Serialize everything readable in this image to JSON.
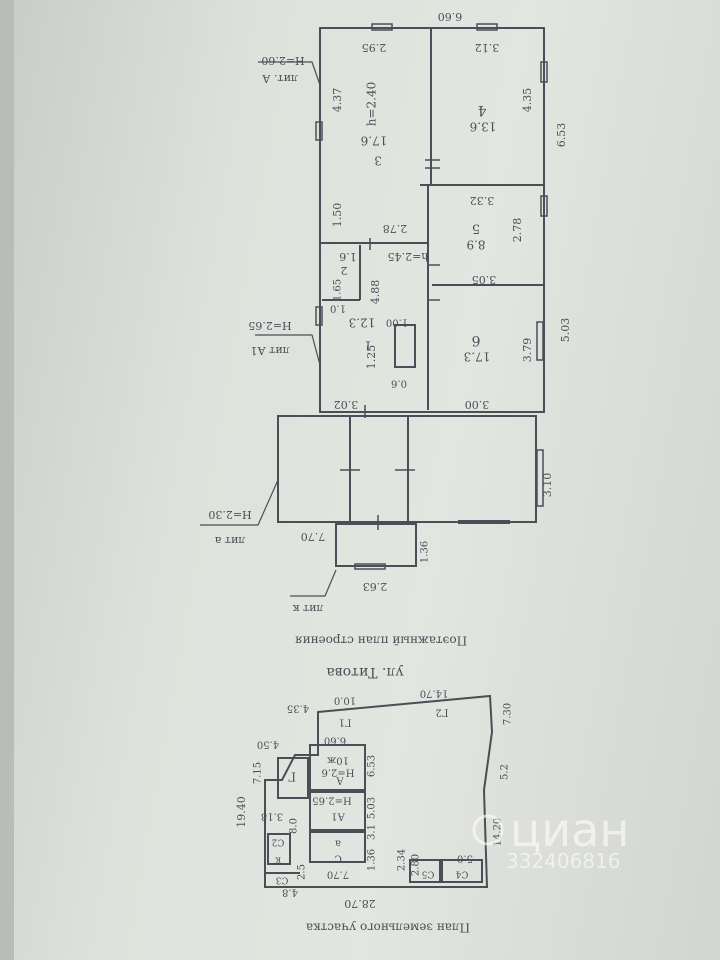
{
  "floor_plan": {
    "dims": {
      "top_overall": "6.60",
      "r3_top": "2.95",
      "r4_top": "3.12",
      "r3_left": "4.37",
      "r4_right": "4.35",
      "right_upper": "6.53",
      "left_150": "1.50",
      "r3_bottom": "2.78",
      "r5_top": "3.32",
      "r5_right": "2.78",
      "r5_bottom": "3.05",
      "r2_left": "1.65",
      "r1_left": "4.88",
      "r1_10": "1.0",
      "r1_100": "1.00",
      "r1_125": "1.25",
      "r1_06": "0.6",
      "right_lower": "5.03",
      "r6_right": "3.79",
      "r1_bottom": "3.02",
      "r6_bottom": "3.00",
      "annex_right": "3.10",
      "annex_bottom": "7.70",
      "porch_right": "1.36",
      "porch_bottom": "2.63"
    },
    "rooms": {
      "r3_num": "3",
      "r3_area": "17.6",
      "r3_h": "h=2.40",
      "r4_num": "4",
      "r4_area": "13.6",
      "r5_num": "5",
      "r5_area": "8.9",
      "r2_num": "2",
      "r2_area": "1.6",
      "r1_num": "1",
      "r1_area": "12.3",
      "r6_num": "6",
      "r6_area": "17.3",
      "h245": "h=2.45"
    },
    "labels": {
      "lit_a": "лит. А",
      "h260": "H=2.60",
      "lit_a1": "лит А1",
      "h265": "H=2.65",
      "lit_a_annex": "лит а",
      "h230": "H=2.30",
      "lit_k": "лит к"
    },
    "caption": "Поэтажный план строения"
  },
  "site_plan": {
    "street": "ул. Титова",
    "dims": {
      "d435": "4.35",
      "d100": "10.0",
      "d1470": "14.70",
      "d730": "7.30",
      "d52": "5.2",
      "d1420": "14.20",
      "d280": "2.80",
      "d2870": "28.70",
      "d48": "4.8",
      "d715": "7.15",
      "d1940": "19.40",
      "d450": "4.50",
      "d660": "6.60",
      "d653": "6.53",
      "d503": "5.03",
      "d31": "3.1",
      "d136": "1.36",
      "d770": "7.70",
      "d25": "2.5",
      "d80": "8.0",
      "d318": "3.18",
      "d234": "2.34",
      "d50": "5.0"
    },
    "labels": {
      "g1": "Г1",
      "g2": "Г2",
      "lit_a": "А",
      "h26": "H=2.6",
      "zh": "10ж",
      "lit_a1": "А1",
      "h265": "H=2.65",
      "a_small": "а",
      "g": "Г",
      "c2": "С2",
      "c3": "С3",
      "c4": "С4",
      "c5": "С5",
      "c_small": "С",
      "k": "к"
    },
    "caption": "План земельного участка"
  },
  "watermark": {
    "brand": "циан",
    "id": "332406816"
  },
  "colors": {
    "ink": "#4a4f57",
    "paper": "#e1e3de",
    "watermark": "#ffffff"
  }
}
